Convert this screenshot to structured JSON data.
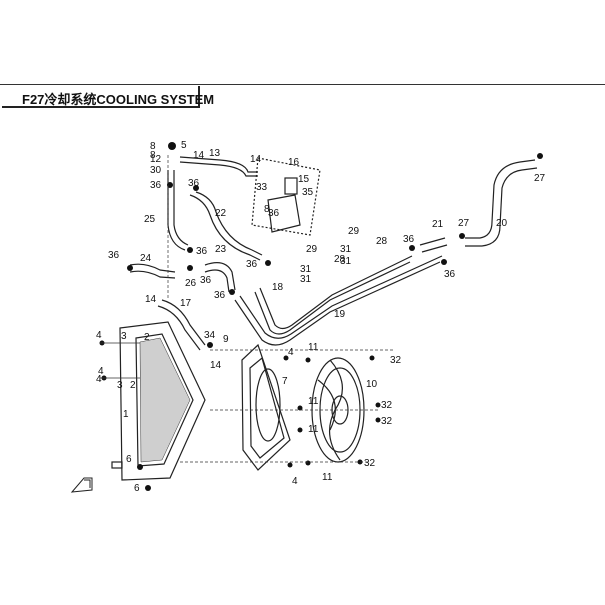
{
  "header": {
    "title": "F27冷却系统COOLING SYSTEM"
  },
  "callouts": [
    "1",
    "2",
    "3",
    "4",
    "5",
    "6",
    "7",
    "8",
    "9",
    "10",
    "11",
    "12",
    "13",
    "14",
    "15",
    "16",
    "17",
    "18",
    "19",
    "20",
    "21",
    "22",
    "23",
    "24",
    "25",
    "26",
    "27",
    "28",
    "29",
    "30",
    "31",
    "32",
    "33",
    "34",
    "35",
    "36"
  ]
}
